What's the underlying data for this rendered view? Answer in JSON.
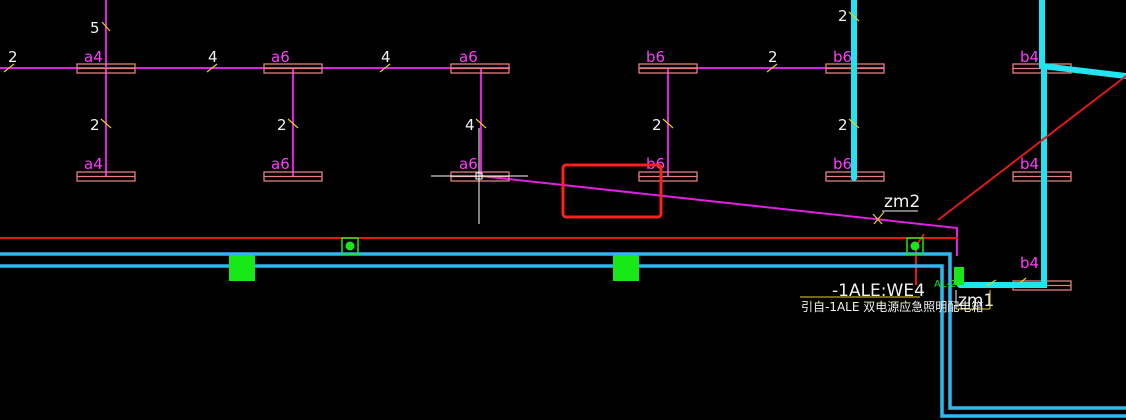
{
  "colors": {
    "background": "#000000",
    "pipe": "#e020e0",
    "fixture": "#e08080",
    "cable_red": "#e01818",
    "duct_blue": "#30b8f0",
    "column_cyan": "#22e4f0",
    "device_green": "#18e818",
    "selection_box": "#ff2020",
    "crosshair": "#ffffff",
    "tick_yellow": "#e8d020"
  },
  "fixture_labels": {
    "r1": [
      "a4",
      "a6",
      "a6",
      "b6",
      "b6",
      "b4"
    ],
    "r2": [
      "a4",
      "a6",
      "a6",
      "b6",
      "b6",
      "b4"
    ],
    "b4_lower": "b4"
  },
  "count_labels": {
    "top_left": "5",
    "top_right": "2",
    "row1": [
      "2",
      "4",
      "4",
      "2"
    ],
    "vertical": [
      "2",
      "2",
      "4",
      "2",
      "2"
    ]
  },
  "annotations": {
    "zm2": "zm2",
    "zm1": "zm1",
    "circuit": "-1ALE:WE4",
    "circuit_note": "引自-1ALE 双电源应急照明配电箱",
    "panel_tag": "AL-2"
  },
  "icons": {
    "crosshair": "crosshair-cursor-icon",
    "selection": "selection-rectangle-icon",
    "junction": "junction-box-icon",
    "device": "device-block-icon"
  }
}
